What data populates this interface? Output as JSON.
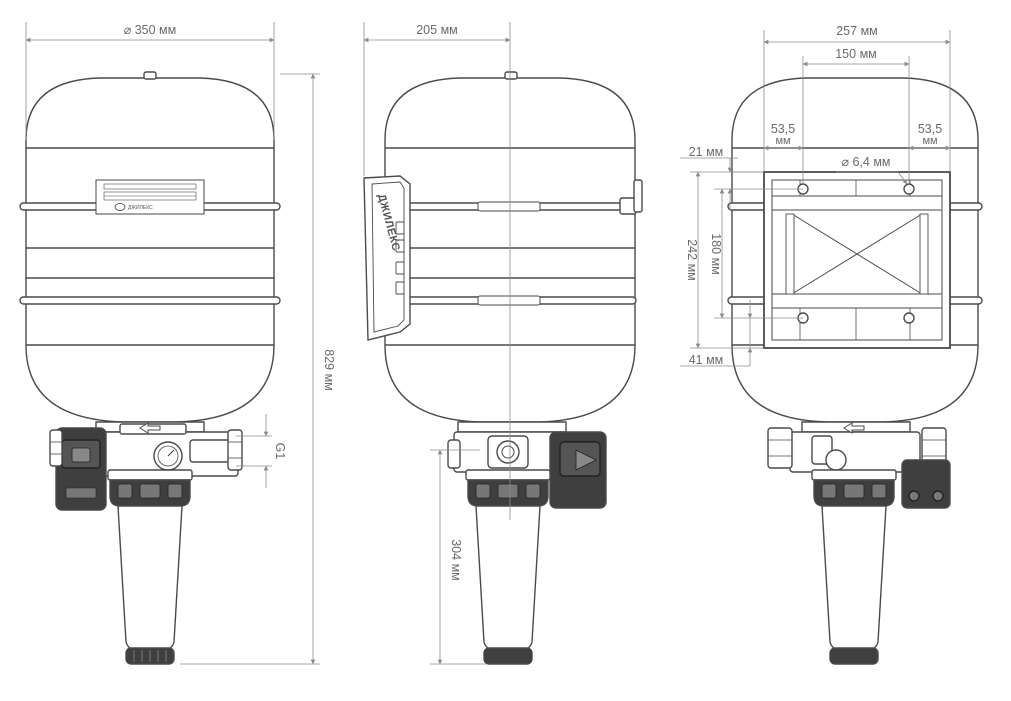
{
  "colors": {
    "outline": "#4a4a4a",
    "dimension_line": "#8c8c8c",
    "text": "#6a6a6a",
    "fill": "#ffffff",
    "dark_part": "#3a3a3a"
  },
  "front_view": {
    "diameter_label": "⌀ 350 мм",
    "height_label": "829 мм",
    "thread_label": "G1",
    "plate_brand": "ДЖИЛЕКС"
  },
  "side_view": {
    "width_label": "205 мм",
    "filter_height_label": "304 мм",
    "bracket_brand": "ДЖИЛЕКС"
  },
  "back_view": {
    "width_label": "257 мм",
    "hole_spacing_label": "150 мм",
    "left_offset_value": "53,5",
    "left_offset_unit": "мм",
    "right_offset_value": "53,5",
    "right_offset_unit": "мм",
    "hole_diameter_label": "⌀ 6,4 мм",
    "top_offset_label": "21 мм",
    "bracket_height_label": "242 мм",
    "hole_vertical_label": "180 мм",
    "bottom_offset_label": "41 мм"
  },
  "icons": [
    "arrow-left-icon",
    "pressure-gauge-icon",
    "filter-flask-icon"
  ]
}
